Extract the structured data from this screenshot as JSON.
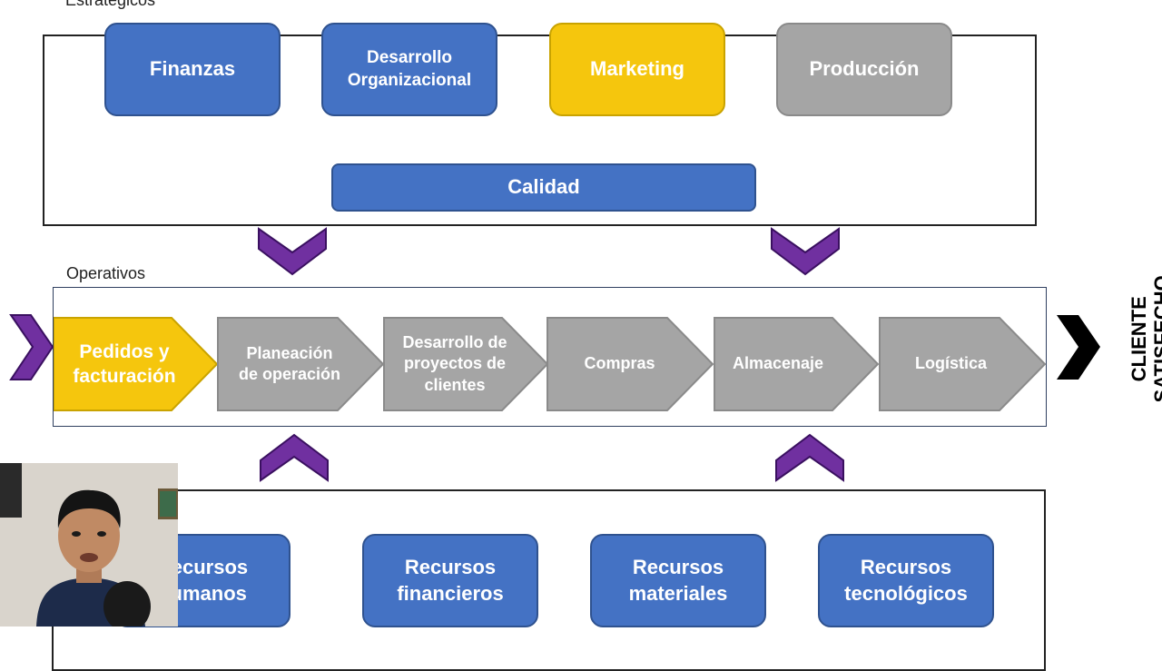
{
  "strategic": {
    "label": "Estratégicos",
    "boxes": [
      {
        "label_line1": "Finanzas",
        "label_line2": ""
      },
      {
        "label_line1": "Desarrollo",
        "label_line2": "Organizacional"
      },
      {
        "label_line1": "Marketing",
        "label_line2": ""
      },
      {
        "label_line1": "Producción",
        "label_line2": ""
      }
    ],
    "bottom_box": "Calidad"
  },
  "operational": {
    "label": "Operativos",
    "stages": [
      {
        "line1": "Pedidos y",
        "line2": "facturación",
        "line3": ""
      },
      {
        "line1": "Planeación",
        "line2": "de operación",
        "line3": ""
      },
      {
        "line1": "Desarrollo de",
        "line2": "proyectos de",
        "line3": "clientes"
      },
      {
        "line1": "Compras",
        "line2": "",
        "line3": ""
      },
      {
        "line1": "Almacenaje",
        "line2": "",
        "line3": ""
      },
      {
        "line1": "Logística",
        "line2": "",
        "line3": ""
      }
    ]
  },
  "support": {
    "boxes": [
      {
        "line1": "Recursos",
        "line2": "humanos"
      },
      {
        "line1": "Recursos",
        "line2": "financieros"
      },
      {
        "line1": "Recursos",
        "line2": "materiales"
      },
      {
        "line1": "Recursos",
        "line2": "tecnológicos"
      }
    ]
  },
  "outcome": {
    "line1": "CLIENTE",
    "line2": "SATISFECHO"
  },
  "colors": {
    "blue": "#4472c4",
    "yellow": "#f5c60d",
    "gray": "#a5a5a5",
    "purple": "#7030a0",
    "black": "#000000"
  }
}
